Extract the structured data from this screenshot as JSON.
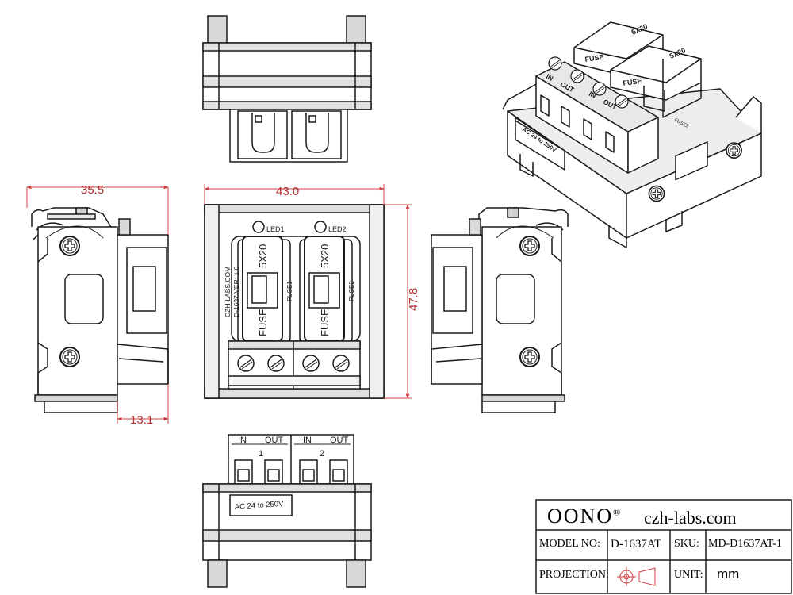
{
  "labels": {
    "led1": "LED1",
    "led2": "LED2",
    "fuse_top_1": "5X20",
    "fuse_top_2": "5X20",
    "fuse_bottom_1": "FUSE",
    "fuse_bottom_2": "FUSE",
    "fuse1": "FUSE1",
    "fuse2": "FUSE2",
    "side_text_1": "CZH-LABS.COM",
    "side_text_2": "D-1637 VER: 1.0",
    "in": "IN",
    "out": "OUT",
    "ch1": "1",
    "ch2": "2",
    "voltage": "AC 24 to 250V",
    "iso_fuse": "FUSE",
    "iso_5x20": "5X20",
    "iso_fuse2": "FUSE2"
  },
  "dimensions": {
    "width_side": "35.5",
    "width_front": "43.0",
    "height_front": "47.8",
    "depth_side": "13.1"
  },
  "title_block": {
    "brand": "OONO",
    "brand_mark": "®",
    "website": "czh-labs.com",
    "model_label": "MODEL NO:",
    "model_value": "D-1637AT",
    "sku_label": "SKU:",
    "sku_value": "MD-D1637AT-1",
    "projection_label": "PROJECTION:",
    "unit_label": "UNIT:",
    "unit_value": "mm"
  },
  "colors": {
    "line": "#1a1a1a",
    "dim": "#d04040",
    "grey": "#9a9a9a"
  }
}
